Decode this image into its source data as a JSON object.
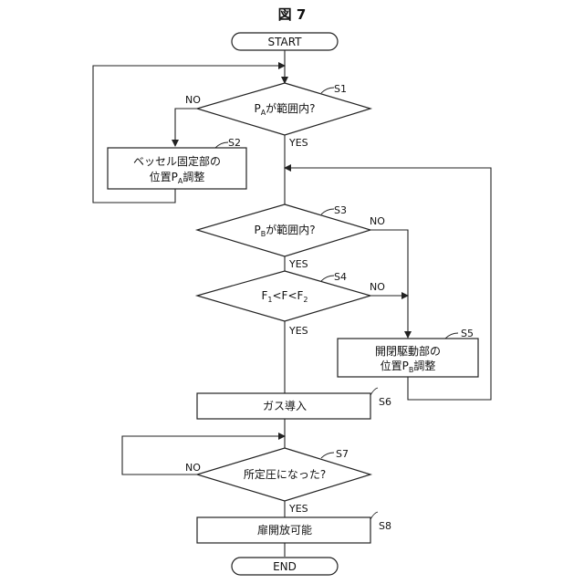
{
  "figure_title": "図 7",
  "nodes": {
    "start": {
      "text": "START"
    },
    "s1": {
      "step": "S1",
      "text": "Pが範囲内?",
      "sub": "A"
    },
    "s2": {
      "step": "S2",
      "line1": "ベッセル固定部の",
      "line2_a": "位置P",
      "line2_sub": "A",
      "line2_b": "調整"
    },
    "s3": {
      "step": "S3",
      "text": "Pが範囲内?",
      "sub": "B"
    },
    "s4": {
      "step": "S4",
      "f1": "F",
      "f1_sub": "1",
      "mid": "<F<F",
      "f2_sub": "2"
    },
    "s5": {
      "step": "S5",
      "line1": "開閉駆動部の",
      "line2_a": "位置P",
      "line2_sub": "B",
      "line2_b": "調整"
    },
    "s6": {
      "step": "S6",
      "text": "ガス導入"
    },
    "s7": {
      "step": "S7",
      "text": "所定圧になった?"
    },
    "s8": {
      "step": "S8",
      "text": "扉開放可能"
    },
    "end": {
      "text": "END"
    }
  },
  "branch_labels": {
    "s1_no": "NO",
    "s1_yes": "YES",
    "s3_no": "NO",
    "s3_yes": "YES",
    "s4_no": "NO",
    "s4_yes": "YES",
    "s7_no": "NO",
    "s7_yes": "YES"
  },
  "colors": {
    "stroke": "#222222",
    "fill": "#ffffff",
    "text": "#111111"
  }
}
